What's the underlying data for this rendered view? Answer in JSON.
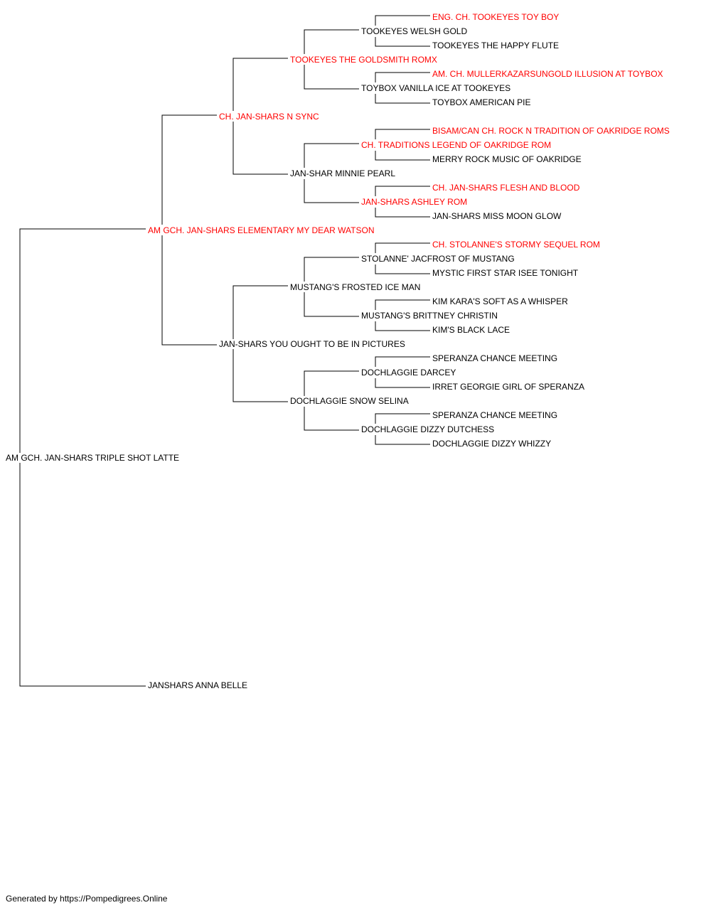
{
  "colors": {
    "champion": "#ff0000",
    "regular": "#000000",
    "line": "#000000",
    "background": "#ffffff"
  },
  "pedigree": {
    "subject": {
      "name": "AM GCH. JAN-SHARS TRIPLE SHOT LATTE",
      "highlight": false
    },
    "sire": {
      "name": "AM GCH. JAN-SHARS ELEMENTARY MY DEAR WATSON",
      "highlight": true
    },
    "dam": {
      "name": "JANSHARS ANNA BELLE",
      "highlight": false
    },
    "sire_sire": {
      "name": "CH. JAN-SHARS N SYNC",
      "highlight": true
    },
    "sire_dam": {
      "name": "JAN-SHARS YOU OUGHT TO BE IN PICTURES",
      "highlight": false
    },
    "sire_sire_sire": {
      "name": "TOOKEYES THE GOLDSMITH ROMX",
      "highlight": true
    },
    "sire_sire_dam": {
      "name": "JAN-SHAR MINNIE PEARL",
      "highlight": false
    },
    "sire_dam_sire": {
      "name": "MUSTANG'S FROSTED ICE MAN",
      "highlight": false
    },
    "sire_dam_dam": {
      "name": "DOCHLAGGIE SNOW SELINA",
      "highlight": false
    },
    "g4": [
      {
        "name": "TOOKEYES WELSH GOLD",
        "highlight": false
      },
      {
        "name": "TOYBOX VANILLA ICE AT TOOKEYES",
        "highlight": false
      },
      {
        "name": "CH. TRADITIONS LEGEND OF OAKRIDGE ROM",
        "highlight": true
      },
      {
        "name": "JAN-SHARS ASHLEY ROM",
        "highlight": true
      },
      {
        "name": "STOLANNE' JACFROST OF MUSTANG",
        "highlight": false
      },
      {
        "name": "MUSTANG'S BRITTNEY CHRISTIN",
        "highlight": false
      },
      {
        "name": "DOCHLAGGIE DARCEY",
        "highlight": false
      },
      {
        "name": "DOCHLAGGIE DIZZY DUTCHESS",
        "highlight": false
      }
    ],
    "g5": [
      {
        "name": "ENG. CH. TOOKEYES TOY BOY",
        "highlight": true
      },
      {
        "name": "TOOKEYES THE HAPPY FLUTE",
        "highlight": false
      },
      {
        "name": "AM. CH. MULLERKAZARSUNGOLD ILLUSION AT TOYBOX",
        "highlight": true
      },
      {
        "name": "TOYBOX AMERICAN PIE",
        "highlight": false
      },
      {
        "name": "BISAM/CAN CH. ROCK N TRADITION OF OAKRIDGE ROMS",
        "highlight": true
      },
      {
        "name": "MERRY ROCK MUSIC OF OAKRIDGE",
        "highlight": false
      },
      {
        "name": "CH. JAN-SHARS FLESH AND BLOOD",
        "highlight": true
      },
      {
        "name": "JAN-SHARS MISS MOON GLOW",
        "highlight": false
      },
      {
        "name": "CH. STOLANNE'S STORMY SEQUEL ROM",
        "highlight": true
      },
      {
        "name": "MYSTIC FIRST STAR ISEE TONIGHT",
        "highlight": false
      },
      {
        "name": "KIM KARA'S SOFT AS A WHISPER",
        "highlight": false
      },
      {
        "name": "KIM'S BLACK LACE",
        "highlight": false
      },
      {
        "name": "SPERANZA CHANCE MEETING",
        "highlight": false
      },
      {
        "name": "IRRET GEORGIE GIRL OF SPERANZA",
        "highlight": false
      },
      {
        "name": "SPERANZA CHANCE MEETING",
        "highlight": false
      },
      {
        "name": "DOCHLAGGIE DIZZY WHIZZY",
        "highlight": false
      }
    ]
  },
  "footer": {
    "text": "Generated by https://Pompedigrees.Online"
  }
}
